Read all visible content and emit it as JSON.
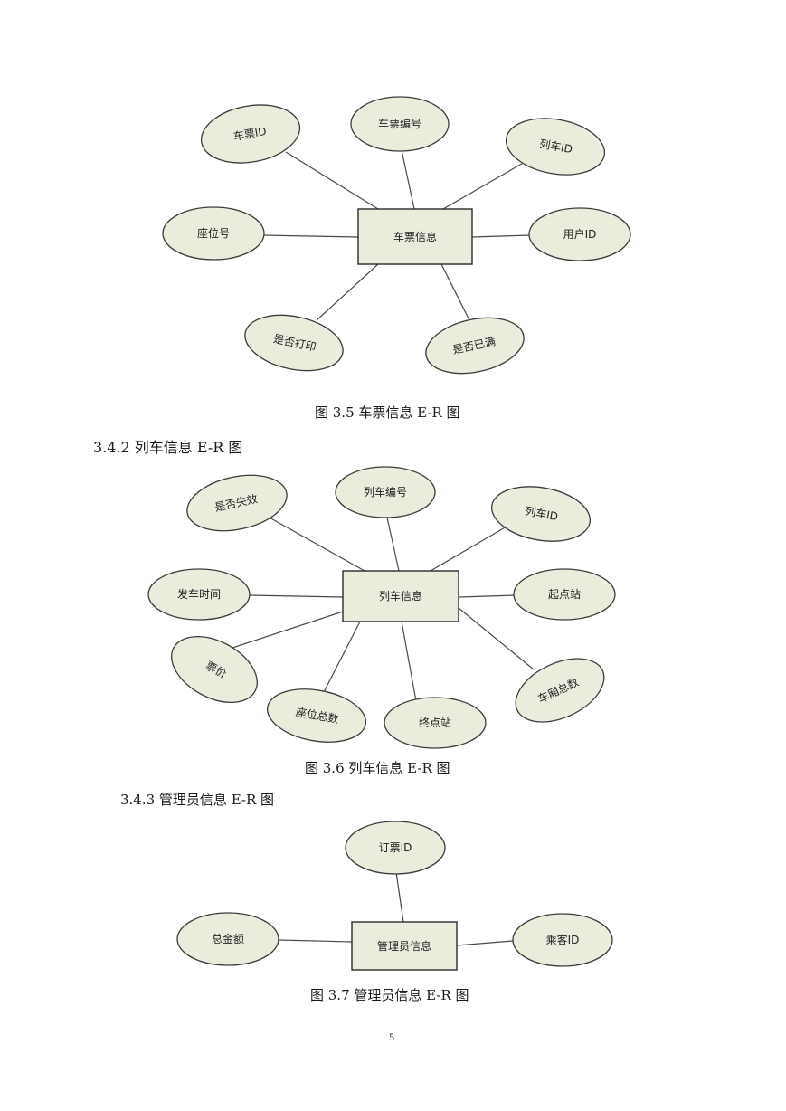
{
  "diagrams": [
    {
      "entity": "车票信息",
      "attributes": [
        "车票ID",
        "车票编号",
        "列车ID",
        "用户ID",
        "是否已满",
        "是否打印",
        "座位号"
      ],
      "caption": "图 3.5  车票信息 E-R 图"
    },
    {
      "heading": "3.4.2 列车信息 E-R 图",
      "entity": "列车信息",
      "attributes": [
        "是否失效",
        "列车编号",
        "列车ID",
        "起点站",
        "车厢总数",
        "终点站",
        "座位总数",
        "票价",
        "发车时间"
      ],
      "caption": "图 3.6  列车信息 E-R 图"
    },
    {
      "heading": "3.4.3 管理员信息 E-R 图",
      "entity": "管理员信息",
      "attributes": [
        "订票ID",
        "乘客ID",
        "总金额"
      ],
      "caption": "图 3.7  管理员信息 E-R 图"
    }
  ],
  "page_number": "5"
}
